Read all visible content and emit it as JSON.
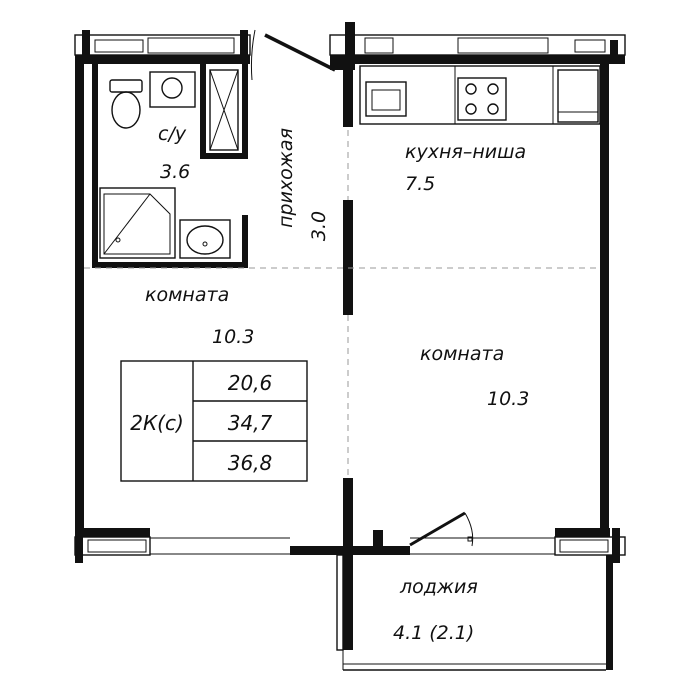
{
  "rooms": {
    "bathroom": {
      "name": "с/у",
      "area": "3.6"
    },
    "hallway": {
      "name": "прихожая",
      "area": "3.0"
    },
    "kitchen": {
      "name": "кухня–ниша",
      "area": "7.5"
    },
    "room_left": {
      "name": "комната",
      "area": "10.3"
    },
    "room_right": {
      "name": "комната",
      "area": "10.3"
    },
    "loggia": {
      "name": "лоджия",
      "area": "4.1 (2.1)"
    }
  },
  "summary_table": {
    "type": "2К(с)",
    "living_area": "20,6",
    "total_area": "34,7",
    "total_with_loggia": "36,8"
  }
}
